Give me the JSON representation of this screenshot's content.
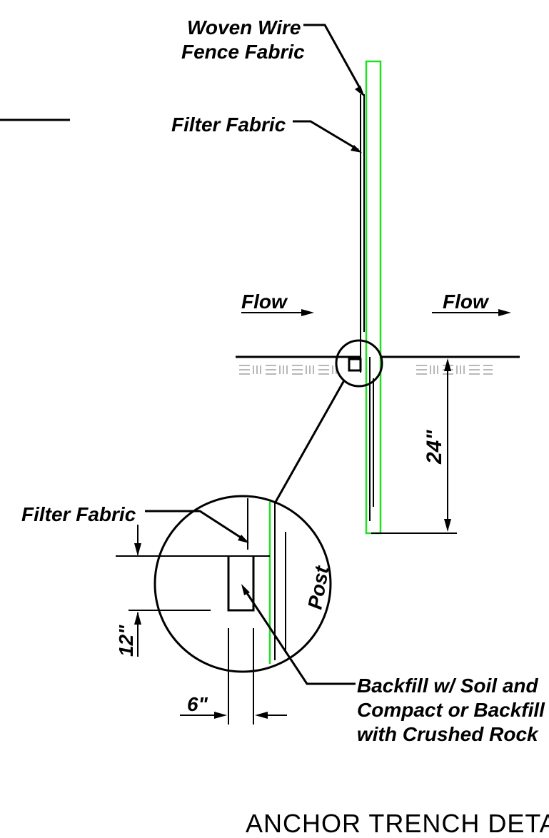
{
  "labels": {
    "woven_wire_line1": "Woven Wire",
    "woven_wire_line2": "Fence Fabric",
    "filter_fabric_top": "Filter Fabric",
    "flow_left": "Flow",
    "flow_right": "Flow",
    "depth": "24\"",
    "filter_fabric_detail": "Filter Fabric",
    "post": "Post",
    "trench_depth": "12\"",
    "trench_width": "6\"",
    "backfill_line1": "Backfill w/ Soil and",
    "backfill_line2": "Compact or Backfill",
    "backfill_line3": "with Crushed Rock"
  },
  "title": "ANCHOR TRENCH DETAIL",
  "colors": {
    "post_outline": "#22e022",
    "ground_hatch": "#b8b8b8",
    "line": "#000000"
  }
}
